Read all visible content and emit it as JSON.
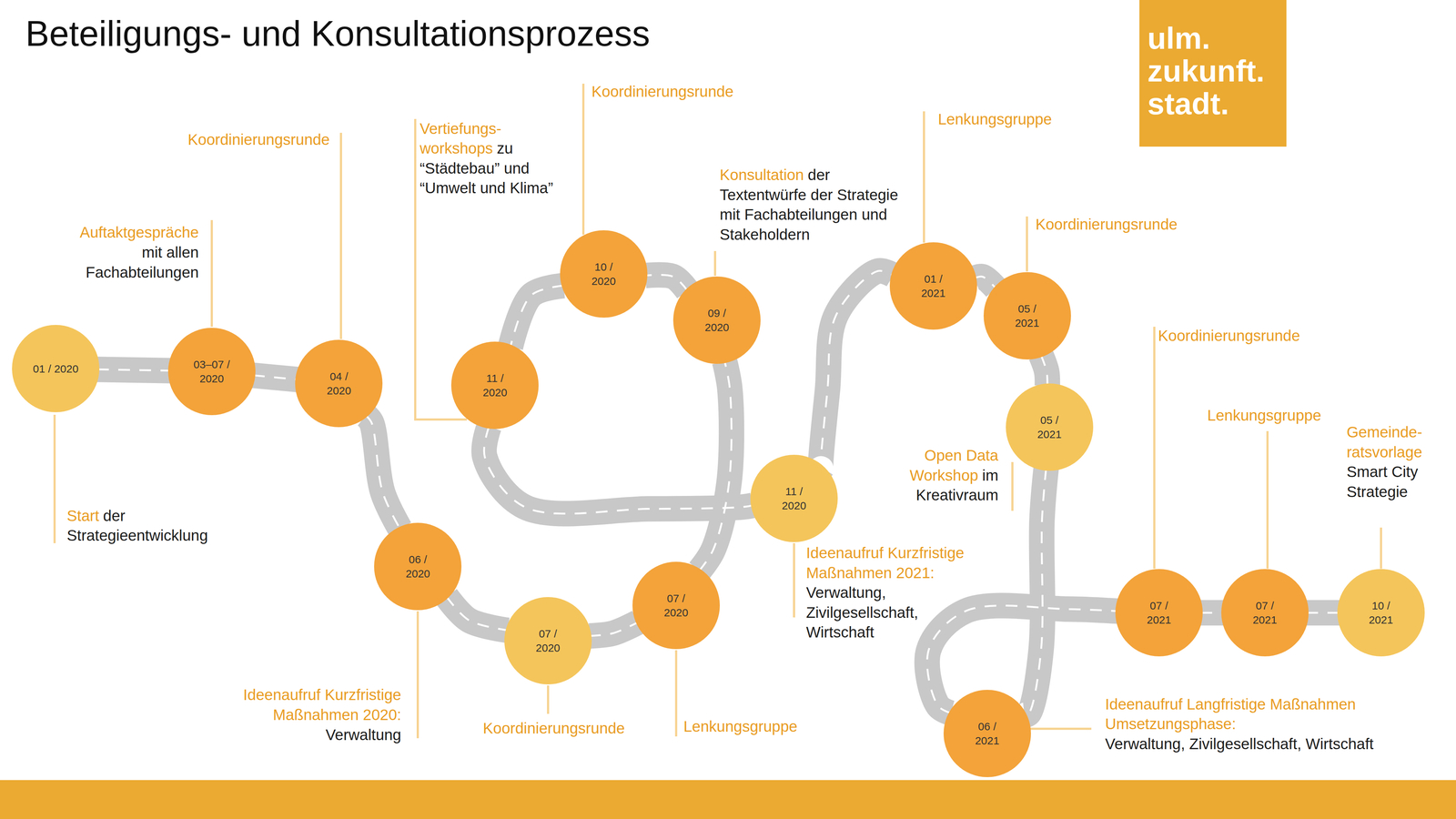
{
  "diagram": {
    "title": "Beteiligungs- und Konsultationsprozess",
    "nodes": [
      {
        "text": [
          "01 / 2020",
          "Start",
          "der Strategieentwicklung"
        ]
      },
      {
        "text": [
          "03–07 / 2020",
          "Auftaktgespräche",
          "mit allen Fachabteilungen"
        ]
      },
      {
        "text": [
          "04 / 2020",
          "Koordinierungsrunde"
        ]
      },
      {
        "text": [
          "06 / 2020",
          "Ideenaufruf Kurzfristige Maßnahmen 2020:",
          "Verwaltung"
        ]
      },
      {
        "text": [
          "07 / 2020",
          "Koordinierungsrunde"
        ]
      },
      {
        "text": [
          "07 / 2020",
          "Lenkungsgruppe"
        ]
      },
      {
        "text": [
          "09 / 2020",
          "Konsultation",
          "der Textentwürfe der Strategie mit Fachabteilungen und Stakeholdern"
        ]
      },
      {
        "text": [
          "10 / 2020",
          "Koordinierungsrunde"
        ]
      },
      {
        "text": [
          "11 / 2020",
          "Vertiefungs- workshops",
          "zu “Städtebau” und “Umwelt und Klima”"
        ]
      },
      {
        "text": [
          "11 / 2020",
          "Ideenaufruf Kurzfristige Maßnahmen 2021:",
          "Verwaltung, Zivilgesellschaft, Wirtschaft"
        ]
      },
      {
        "text": [
          "01 / 2021",
          "Lenkungsgruppe"
        ]
      },
      {
        "text": [
          "05 / 2021",
          "Koordinierungsrunde"
        ]
      },
      {
        "text": [
          "05 / 2021",
          "Open Data Workshop",
          "im Kreativraum"
        ]
      },
      {
        "text": [
          "06 / 2021",
          "Ideenaufruf Langfristige Maßnahmen Umsetzungsphase:",
          "Verwaltung, Zivilgesellschaft, Wirtschaft"
        ]
      },
      {
        "text": [
          "07 / 2021",
          "Koordinierungsrunde"
        ]
      },
      {
        "text": [
          "07 / 2021",
          "Lenkungsgruppe"
        ]
      },
      {
        "text": [
          "10 / 2021",
          "Gemeinde- ratsvorlage",
          "Smart City Strategie"
        ]
      },
      {
        "text": [
          "ulm. zukunft. stadt."
        ]
      }
    ],
    "edges": [
      {
        "from": 0,
        "to": 1,
        "arrow": "none"
      },
      {
        "from": 1,
        "to": 2,
        "arrow": "none"
      },
      {
        "from": 2,
        "to": 3,
        "arrow": "none"
      },
      {
        "from": 3,
        "to": 4,
        "arrow": "none"
      },
      {
        "from": 4,
        "to": 5,
        "arrow": "none"
      },
      {
        "from": 5,
        "to": 6,
        "arrow": "none"
      },
      {
        "from": 6,
        "to": 7,
        "arrow": "none"
      },
      {
        "from": 7,
        "to": 8,
        "arrow": "none"
      },
      {
        "from": 8,
        "to": 9,
        "arrow": "none"
      },
      {
        "from": 9,
        "to": 10,
        "arrow": "none"
      },
      {
        "from": 10,
        "to": 11,
        "arrow": "none"
      },
      {
        "from": 11,
        "to": 12,
        "arrow": "none"
      },
      {
        "from": 12,
        "to": 13,
        "arrow": "none"
      },
      {
        "from": 13,
        "to": 14,
        "arrow": "none"
      },
      {
        "from": 14,
        "to": 15,
        "arrow": "none"
      },
      {
        "from": 15,
        "to": 16,
        "arrow": "none"
      }
    ]
  }
}
